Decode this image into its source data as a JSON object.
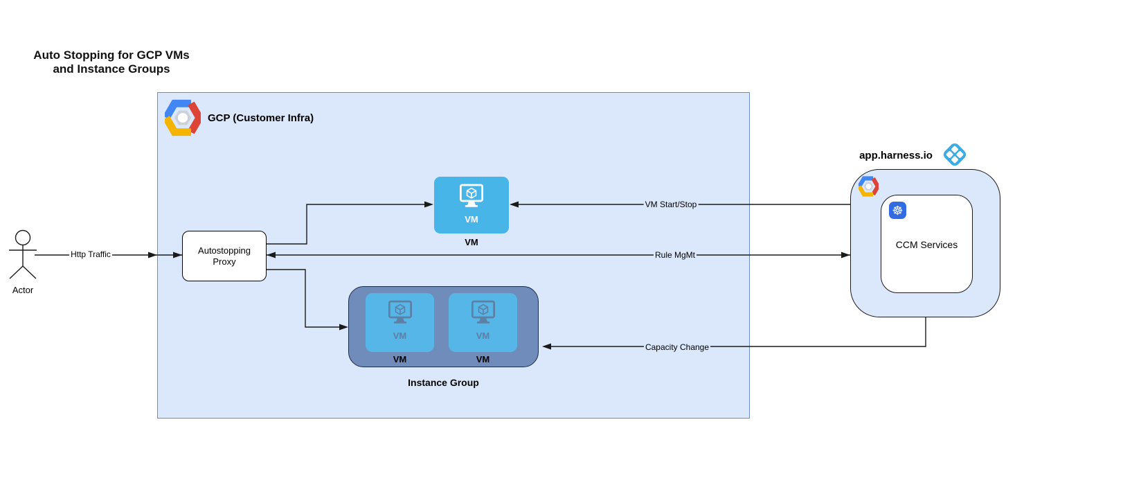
{
  "title": {
    "line1": "Auto Stopping for GCP VMs",
    "line2": "and Instance Groups"
  },
  "actor": {
    "label": "Actor"
  },
  "gcp_box": {
    "label": "GCP (Customer Infra)"
  },
  "proxy": {
    "label": "Autostopping Proxy"
  },
  "vm": {
    "icon_label": "VM",
    "label": "VM"
  },
  "instance_group": {
    "label": "Instance Group",
    "tiles": [
      {
        "icon_label": "VM",
        "label": "VM"
      },
      {
        "icon_label": "VM",
        "label": "VM"
      }
    ]
  },
  "harness": {
    "label": "app.harness.io",
    "ccm_label": "CCM Services"
  },
  "edges": {
    "http": "Http Traffic",
    "vm_start_stop": "VM Start/Stop",
    "rule_mgmt": "Rule MgMt",
    "capacity_change": "Capacity Change"
  },
  "colors": {
    "gcp_box_fill": "#dbe8fb",
    "gcp_box_border": "#6c8ebf",
    "vm_tile_blue": "#47b5e8",
    "group_tile_blue": "#56b6e8",
    "instance_group_fill": "#6f8cba",
    "kubernetes_blue": "#326ce5",
    "harness_blue": "#3aace2",
    "gcp_logo_blue": "#4285f4",
    "gcp_logo_red": "#db4437",
    "gcp_logo_yellow": "#f4b400",
    "line_color": "#1a1a1a"
  }
}
